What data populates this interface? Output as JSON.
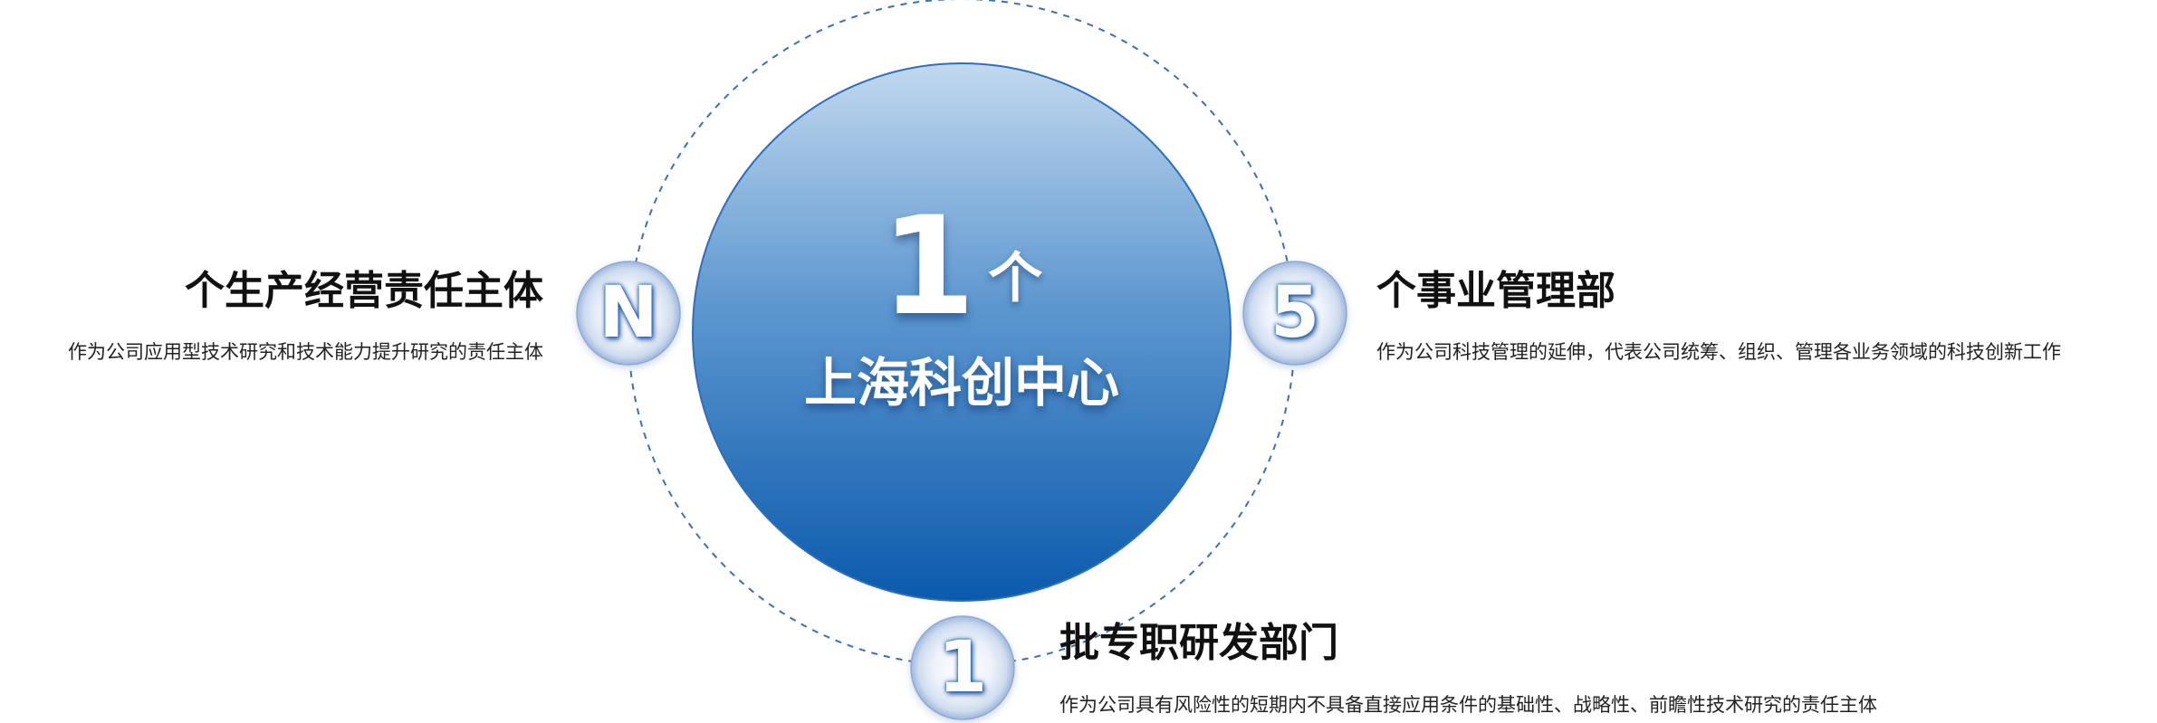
{
  "center": {
    "number": "1",
    "unit": "个",
    "name": "上海科创中心"
  },
  "nodes": [
    {
      "key": "N",
      "title": "个生产经营责任主体",
      "description": "作为公司应用型技术研究和技术能力提升研究的责任主体"
    },
    {
      "key": "5",
      "title": "个事业管理部",
      "description": "作为公司科技管理的延伸，代表公司统筹、组织、管理各业务领域的科技创新工作"
    },
    {
      "key": "1",
      "title": "批专职研发部门",
      "description": "作为公司具有风险性的短期内不具备直接应用条件的基础性、战略性、前瞻性技术研究的责任主体"
    }
  ],
  "colors": {
    "circle_top": "#c2d8ee",
    "circle_mid": "#5d97cf",
    "circle_bottom": "#0b5aac",
    "dashed_ring": "#3d6fb5",
    "node_fill": "#e6eef8"
  }
}
